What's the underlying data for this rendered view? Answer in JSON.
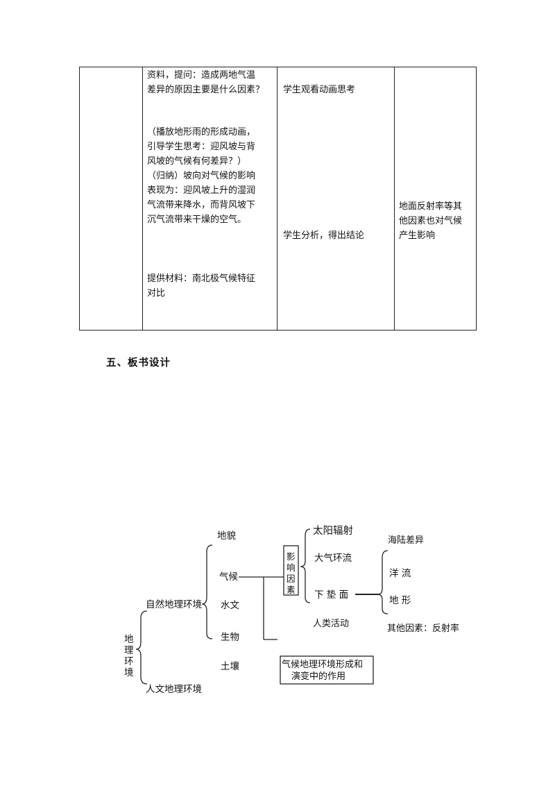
{
  "table": {
    "col2": {
      "block1": [
        "资料，提问：造成两地气温",
        "差异的原因主要是什么因素？"
      ],
      "block2": [
        "（播放地形雨的形成动画，",
        "引导学生思考：迎风坡与背",
        "风坡的气候有何差异？）",
        "（归纳）坡向对气候的影响",
        "表现为：迎风坡上升的湿润",
        "气流带来降水，而背风坡下",
        "沉气流带来干燥的空气。"
      ],
      "block3": [
        "提供材料：南北极气候特征",
        "对比"
      ]
    },
    "col3": {
      "block1": "学生观看动画思考",
      "block2": "学生分析，得出结论"
    },
    "col4": {
      "block1": [
        "地面反射率等其",
        "他因素也对气候",
        "产生影响"
      ]
    }
  },
  "section": {
    "title": "五、板书设计"
  },
  "diagram": {
    "root": "地理环境",
    "natural": "自然地理环境",
    "human": "人文地理环境",
    "elements": [
      "地貌",
      "气候",
      "水文",
      "生物",
      "土壤"
    ],
    "factors_box": "影响因素",
    "factors": {
      "solar": "太阳辐射",
      "circulation": "大气环流",
      "surface": "下 垫 面",
      "human_activity": "人类活动"
    },
    "surface_items": {
      "land_sea": "海陆差异",
      "ocean_current": "洋 流",
      "terrain": "地 形"
    },
    "other": "其他因素：反射率",
    "role_box": [
      "气候地理环境形成和",
      "演变中的作用"
    ]
  }
}
